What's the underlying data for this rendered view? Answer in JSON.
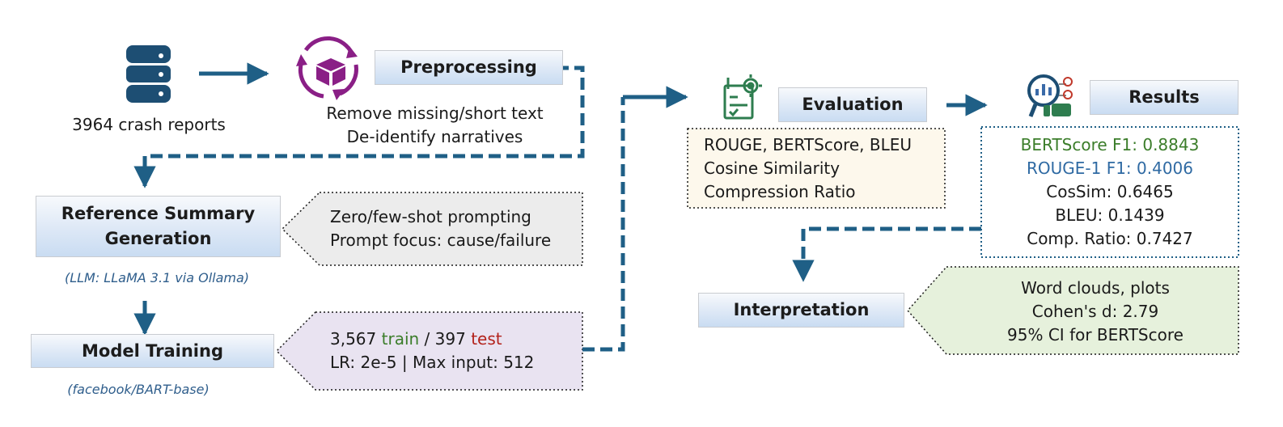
{
  "inputs": {
    "crash_reports_label": "3964 crash reports"
  },
  "preprocessing": {
    "title": "Preprocessing",
    "steps": [
      "Remove missing/short text",
      "De-identify narratives"
    ]
  },
  "reference": {
    "title_line1": "Reference Summary",
    "title_line2": "Generation",
    "caption": "(LLM: LLaMA 3.1 via Ollama)",
    "notes": [
      "Zero/few-shot prompting",
      "Prompt focus: cause/failure"
    ]
  },
  "training": {
    "title": "Model Training",
    "caption": "(facebook/BART-base)",
    "split_train_count": "3,567",
    "split_train_word": "train",
    "split_sep": "/ 397",
    "split_test_word": "test",
    "params": "LR: 2e-5 | Max input: 512"
  },
  "evaluation": {
    "title": "Evaluation",
    "metrics": [
      "ROUGE, BERTScore, BLEU",
      "Cosine Similarity",
      "Compression Ratio"
    ]
  },
  "results": {
    "title": "Results",
    "items": [
      "BERTScore F1: 0.8843",
      "ROUGE-1 F1: 0.4006",
      "CosSim: 0.6465",
      "BLEU: 0.1439",
      "Comp. Ratio: 0.7427"
    ]
  },
  "interpretation": {
    "title": "Interpretation",
    "notes": [
      "Word clouds, plots",
      "Cohen's d: 2.79",
      "95% CI for BERTScore"
    ]
  },
  "colors": {
    "arrow": "#1f5f86",
    "note_gray": "#ececec",
    "note_purple": "#e9e3f1",
    "note_cream": "#fdf8ec",
    "note_green": "#e6f1dc",
    "icon_purple": "#8a1f86",
    "icon_green": "#2e7d4f",
    "icon_navy": "#1d4e73",
    "accent_green": "#3b7d2a",
    "accent_red": "#b3221b",
    "accent_blue": "#2f6aa3"
  },
  "icons": [
    "database-icon",
    "package-cycle-icon",
    "evaluation-gear-icon",
    "analytics-icon"
  ]
}
